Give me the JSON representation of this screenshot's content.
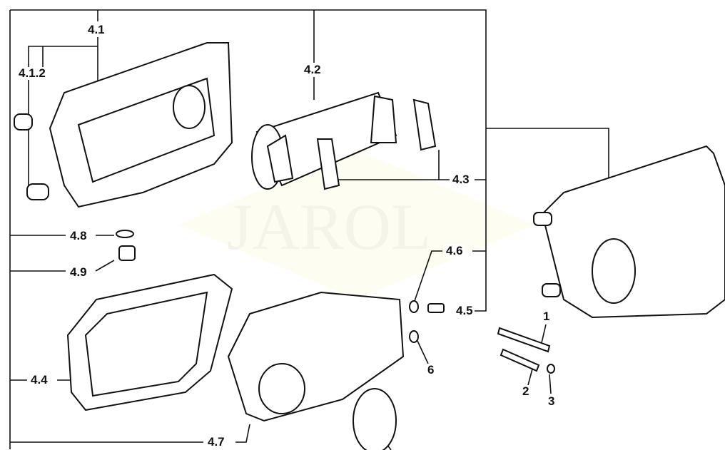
{
  "watermark": "JAROL",
  "labels": {
    "l4_1": "4.1",
    "l4_1_2": "4.1.2",
    "l4_2": "4.2",
    "l4_3": "4.3",
    "l4_4": "4.4",
    "l4_5": "4.5",
    "l4_6": "4.6",
    "l4_7": "4.7",
    "l4_8": "4.8",
    "l4_9": "4.9",
    "l1": "1",
    "l2": "2",
    "l3": "3",
    "l6": "6"
  },
  "colors": {
    "line": "#111111",
    "watermark": "#f4f4ea"
  }
}
